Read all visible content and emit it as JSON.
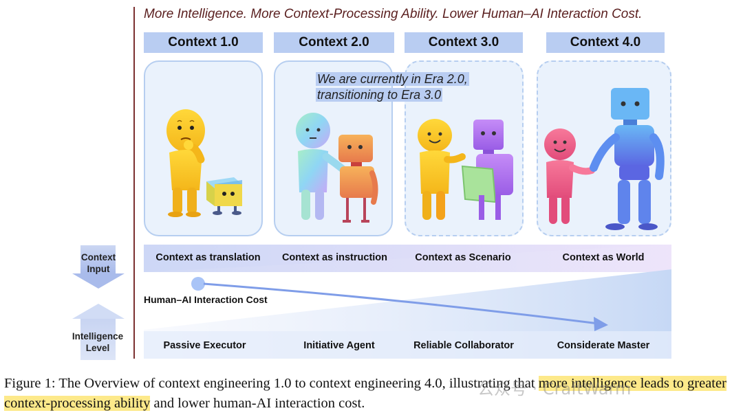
{
  "title": "More Intelligence. More Context-Processing Ability. Lower Human–AI Interaction Cost.",
  "eras": [
    {
      "name": "Context 1.0",
      "mode": "Context as translation",
      "role": "Passive Executor"
    },
    {
      "name": "Context 2.0",
      "mode": "Context as instruction",
      "role": "Initiative Agent"
    },
    {
      "name": "Context 3.0",
      "mode": "Context as Scenario",
      "role": "Reliable Collaborator"
    },
    {
      "name": "Context 4.0",
      "mode": "Context as World",
      "role": "Considerate Master"
    }
  ],
  "callout": {
    "line1": "We are currently  in Era 2.0,",
    "line2": "transitioning to Era 3.0"
  },
  "axis": {
    "context_input": "Context\nInput",
    "intelligence_level": "Intelligence\nLevel",
    "interaction_cost": "Human–AI Interaction Cost"
  },
  "caption": {
    "part1": "Figure 1: The Overview of context engineering 1.0 to context engineering 4.0, illustrating that ",
    "highlight": "more intelligence leads to greater context-processing ability",
    "part2": " and lower human-AI interaction cost."
  },
  "watermark": "公众号 · CraftWarm",
  "colors": {
    "era_header": "#b9cdf2",
    "card_bg": "#eaf2fc",
    "title_text": "#5a1f1f",
    "caption_highlight": "#fde98a",
    "cost_arrow": "#7f9de8"
  }
}
